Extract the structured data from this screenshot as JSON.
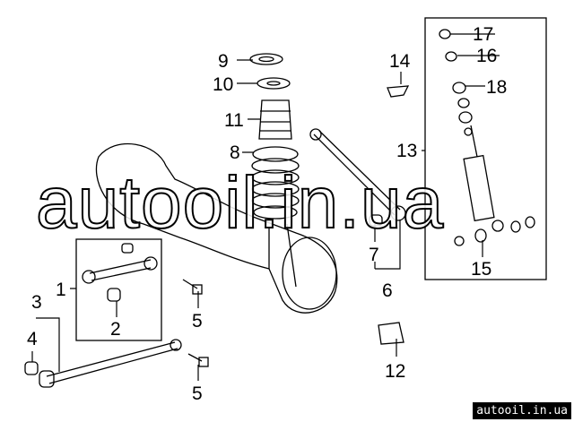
{
  "callouts": [
    "1",
    "2",
    "3",
    "4",
    "5",
    "5",
    "6",
    "7",
    "8",
    "9",
    "10",
    "11",
    "12",
    "13",
    "14",
    "15",
    "16",
    "17",
    "18"
  ],
  "watermark": "autooil.in.ua",
  "badge": "autooil.in.ua",
  "colors": {
    "line": "#000000",
    "background": "#ffffff"
  }
}
